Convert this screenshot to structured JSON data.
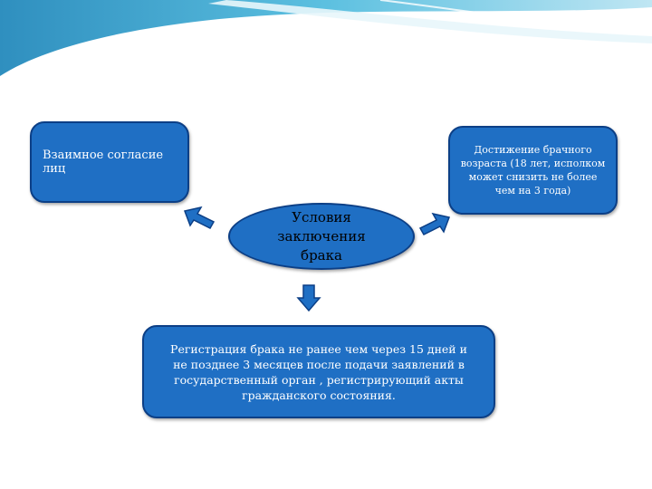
{
  "diagram": {
    "center": {
      "label": "Условия заключения брака"
    },
    "left": {
      "label": "Взаимное согласие лиц"
    },
    "right": {
      "label": "Достижение брачного возраста (18 лет, исполком может снизить не более чем на 3 года)"
    },
    "bottom": {
      "label": "Регистрация брака не ранее чем через 15 дней и не позднее 3 месяцев после подачи заявлений в государственный орган , регистрирующий акты гражданского состояния."
    }
  },
  "colors": {
    "box_fill": "#1f6fc4",
    "box_border": "#0c3f86",
    "header_wave": "#3aa6cf"
  }
}
